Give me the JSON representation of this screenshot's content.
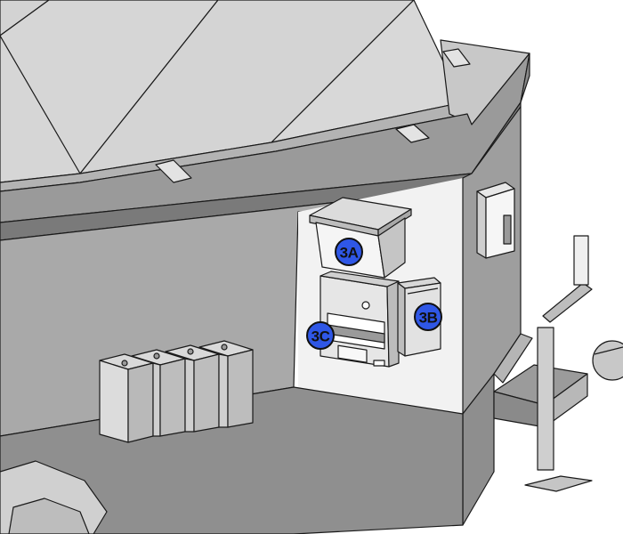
{
  "callouts": {
    "inverter": {
      "label": "3A",
      "color": "#2f57e6"
    },
    "combiner": {
      "label": "3B",
      "color": "#2f57e6"
    },
    "charge_controller": {
      "label": "3C",
      "color": "#2f57e6"
    }
  },
  "colors": {
    "callout_fill": "#2f57e6",
    "outline": "#1a1a1a",
    "room_wall": "#f2f2f2",
    "floor": "#8f8f8f",
    "panel": "#d6d6d6"
  }
}
